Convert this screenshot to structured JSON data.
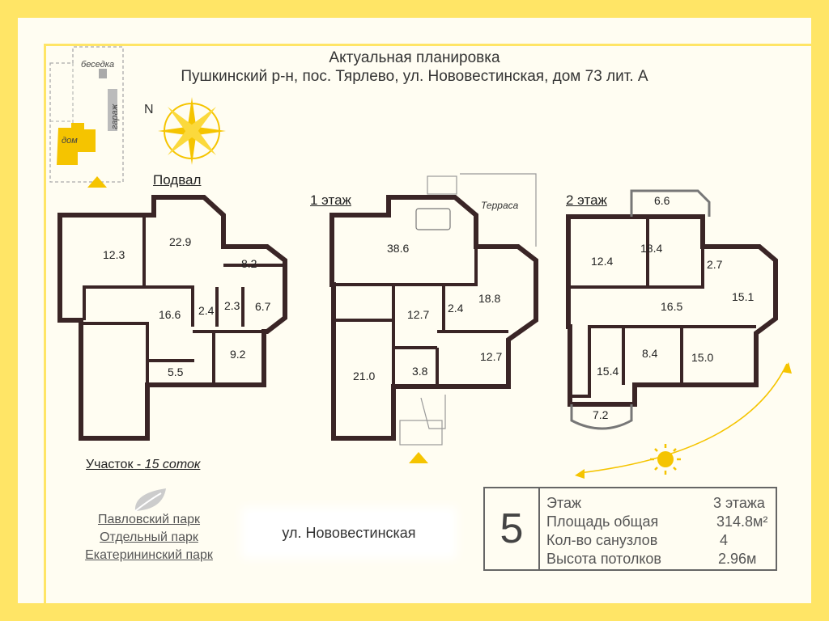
{
  "title": {
    "line1": "Актуальная планировка",
    "line2": "Пушкинский р-н, пос. Тярлево, ул. Нововестинская, дом 73 лит. А"
  },
  "site": {
    "gazebo": "беседка",
    "garage": "гараж",
    "house": "дом",
    "north": "N"
  },
  "floors": {
    "basement": {
      "label": "Подвал",
      "rooms": [
        "12.3",
        "22.9",
        "8.2",
        "16.6",
        "2.4",
        "2.3",
        "6.7",
        "9.2",
        "5.5"
      ]
    },
    "first": {
      "label": "1 этаж",
      "terrace": "Терраса",
      "rooms": [
        "38.6",
        "18.8",
        "12.7",
        "2.4",
        "12.7",
        "21.0",
        "3.8"
      ]
    },
    "second": {
      "label": "2 этаж",
      "rooms": [
        "6.6",
        "18.4",
        "12.4",
        "2.7",
        "15.1",
        "16.5",
        "15.4",
        "8.4",
        "15.0",
        "7.2"
      ]
    }
  },
  "plot": {
    "label": "Участок - ",
    "size": "15 соток"
  },
  "parks": [
    "Павловский парк",
    "Отдельный парк",
    "Екатерининский парк"
  ],
  "street": "ул. Нововестинская",
  "info": {
    "number": "5",
    "rows": [
      {
        "label": "Этаж",
        "value": "3 этажа"
      },
      {
        "label": "Площадь общая",
        "value": "314.8м²"
      },
      {
        "label": "Кол-во санузлов",
        "value": "4"
      },
      {
        "label": "Высота потолков",
        "value": "2.96м"
      }
    ]
  },
  "colors": {
    "frame": "#ffe566",
    "background": "#fffdf2",
    "wall": "#3a2526",
    "accent": "#f5c400"
  }
}
